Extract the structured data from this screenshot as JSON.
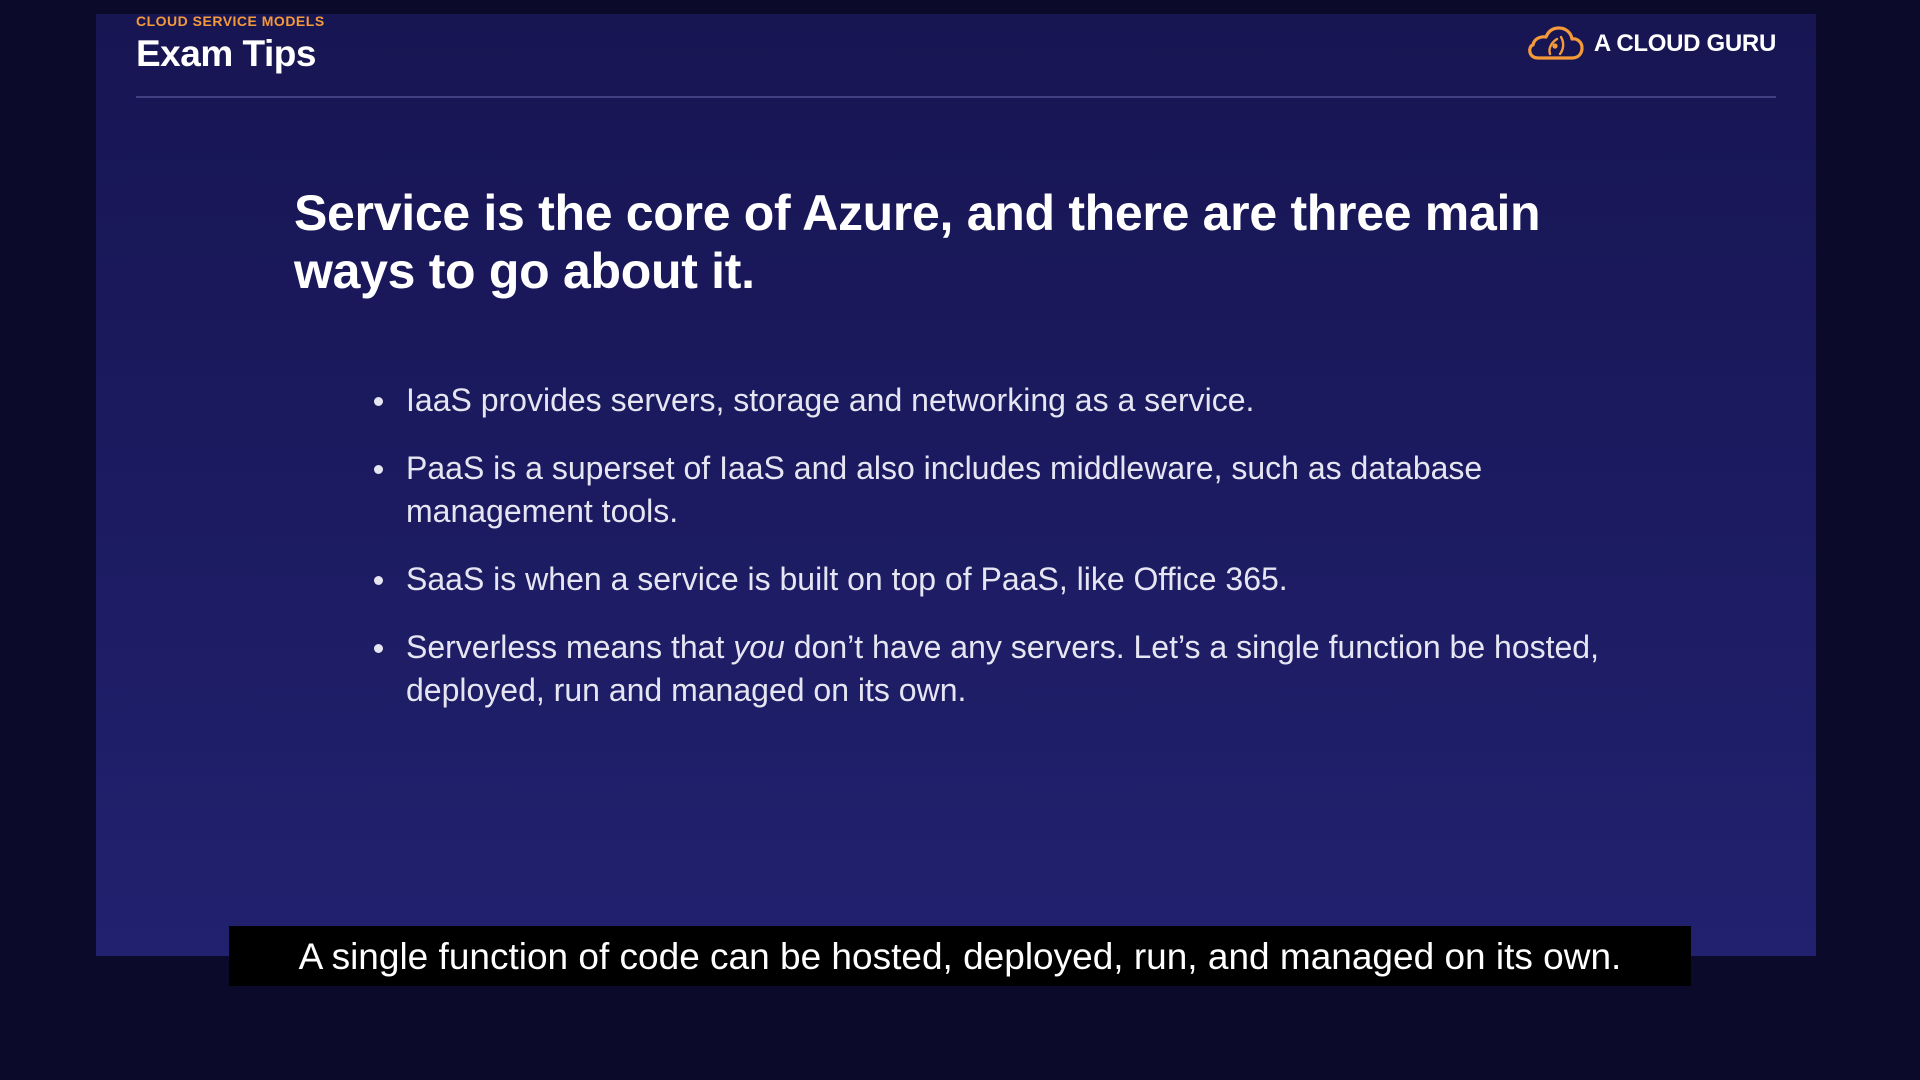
{
  "header": {
    "eyebrow": "CLOUD SERVICE MODELS",
    "title": "Exam Tips",
    "brand_name": "A CLOUD GURU",
    "brand_icon": "cloud-logo-icon"
  },
  "main": {
    "headline": "Service is the core of Azure, and there are three main ways to go about it.",
    "bullets": [
      {
        "text": "IaaS provides servers, storage and networking as a service."
      },
      {
        "text": "PaaS is a superset of IaaS and also includes middleware, such as database management tools."
      },
      {
        "text": "SaaS is when a service is built on top of PaaS, like Office 365."
      },
      {
        "before": "Serverless means that ",
        "emphasis": "you",
        "after": " don’t have any servers. Let’s a single function be hosted, deployed, run and managed on its own."
      }
    ]
  },
  "caption": {
    "text": "A single function of code can be hosted, deployed, run, and managed on its own."
  },
  "colors": {
    "background": "#0b0a2a",
    "slide": "#1b1a5f",
    "accent": "#f59a3a",
    "text": "#ffffff"
  }
}
